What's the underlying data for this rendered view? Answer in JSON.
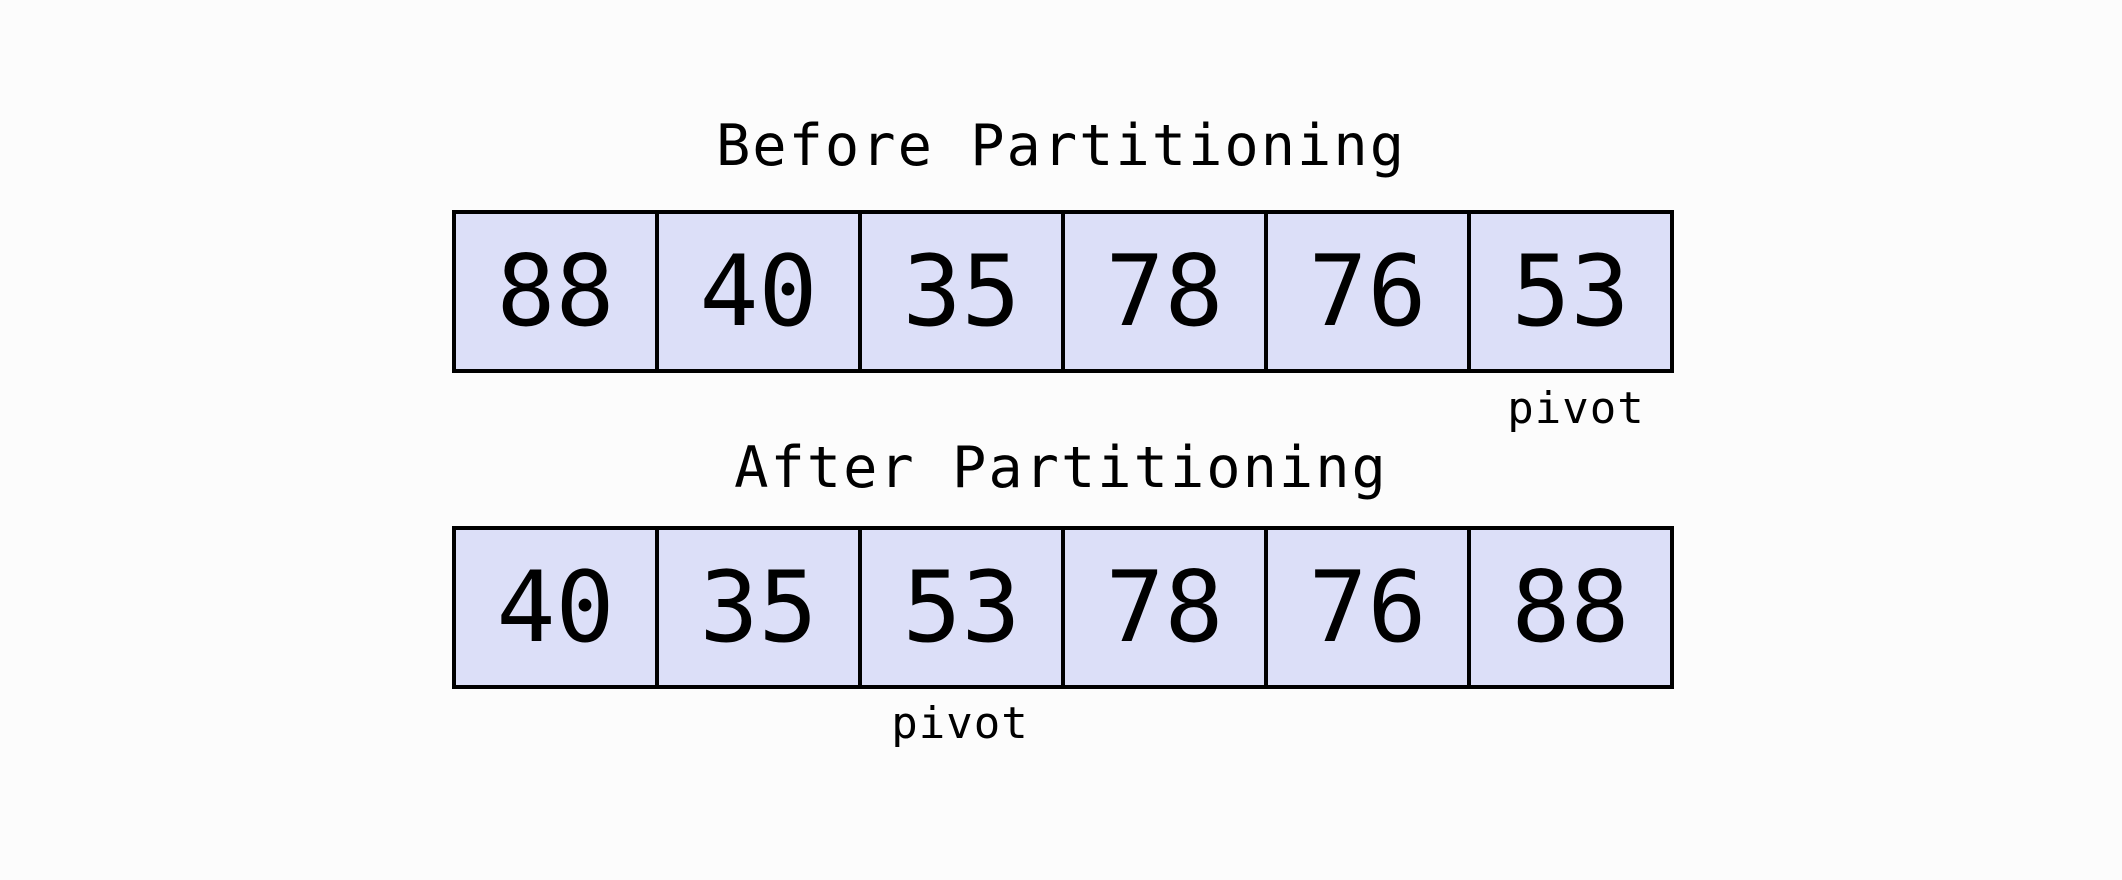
{
  "before": {
    "title": "Before Partitioning",
    "values": [
      "88",
      "40",
      "35",
      "78",
      "76",
      "53"
    ],
    "pivot_label": "pivot",
    "pivot_index": 5
  },
  "after": {
    "title": "After Partitioning",
    "values": [
      "40",
      "35",
      "53",
      "78",
      "76",
      "88"
    ],
    "pivot_label": "pivot",
    "pivot_index": 2
  },
  "colors": {
    "background": "#fcfcfc",
    "cell_fill": "#dcdff8",
    "border": "#000000",
    "text": "#000000"
  }
}
